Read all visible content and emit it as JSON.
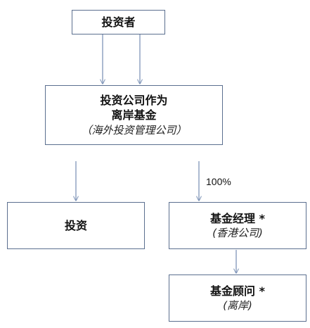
{
  "nodes": {
    "investor": {
      "label": "投资者"
    },
    "fund": {
      "line1": "投资公司作为",
      "line2": "离岸基金",
      "sub": "（海外投资管理公司）"
    },
    "invest": {
      "label": "投资"
    },
    "manager": {
      "label": "基金经理 *",
      "sub": "(香港公司)"
    },
    "advisor": {
      "label": "基金顾问 *",
      "sub": "(离岸)"
    }
  },
  "edges": {
    "fund_to_manager_label": "100%"
  },
  "colors": {
    "box_border": "#5b6f8f",
    "arrow": "#7f95b8"
  }
}
